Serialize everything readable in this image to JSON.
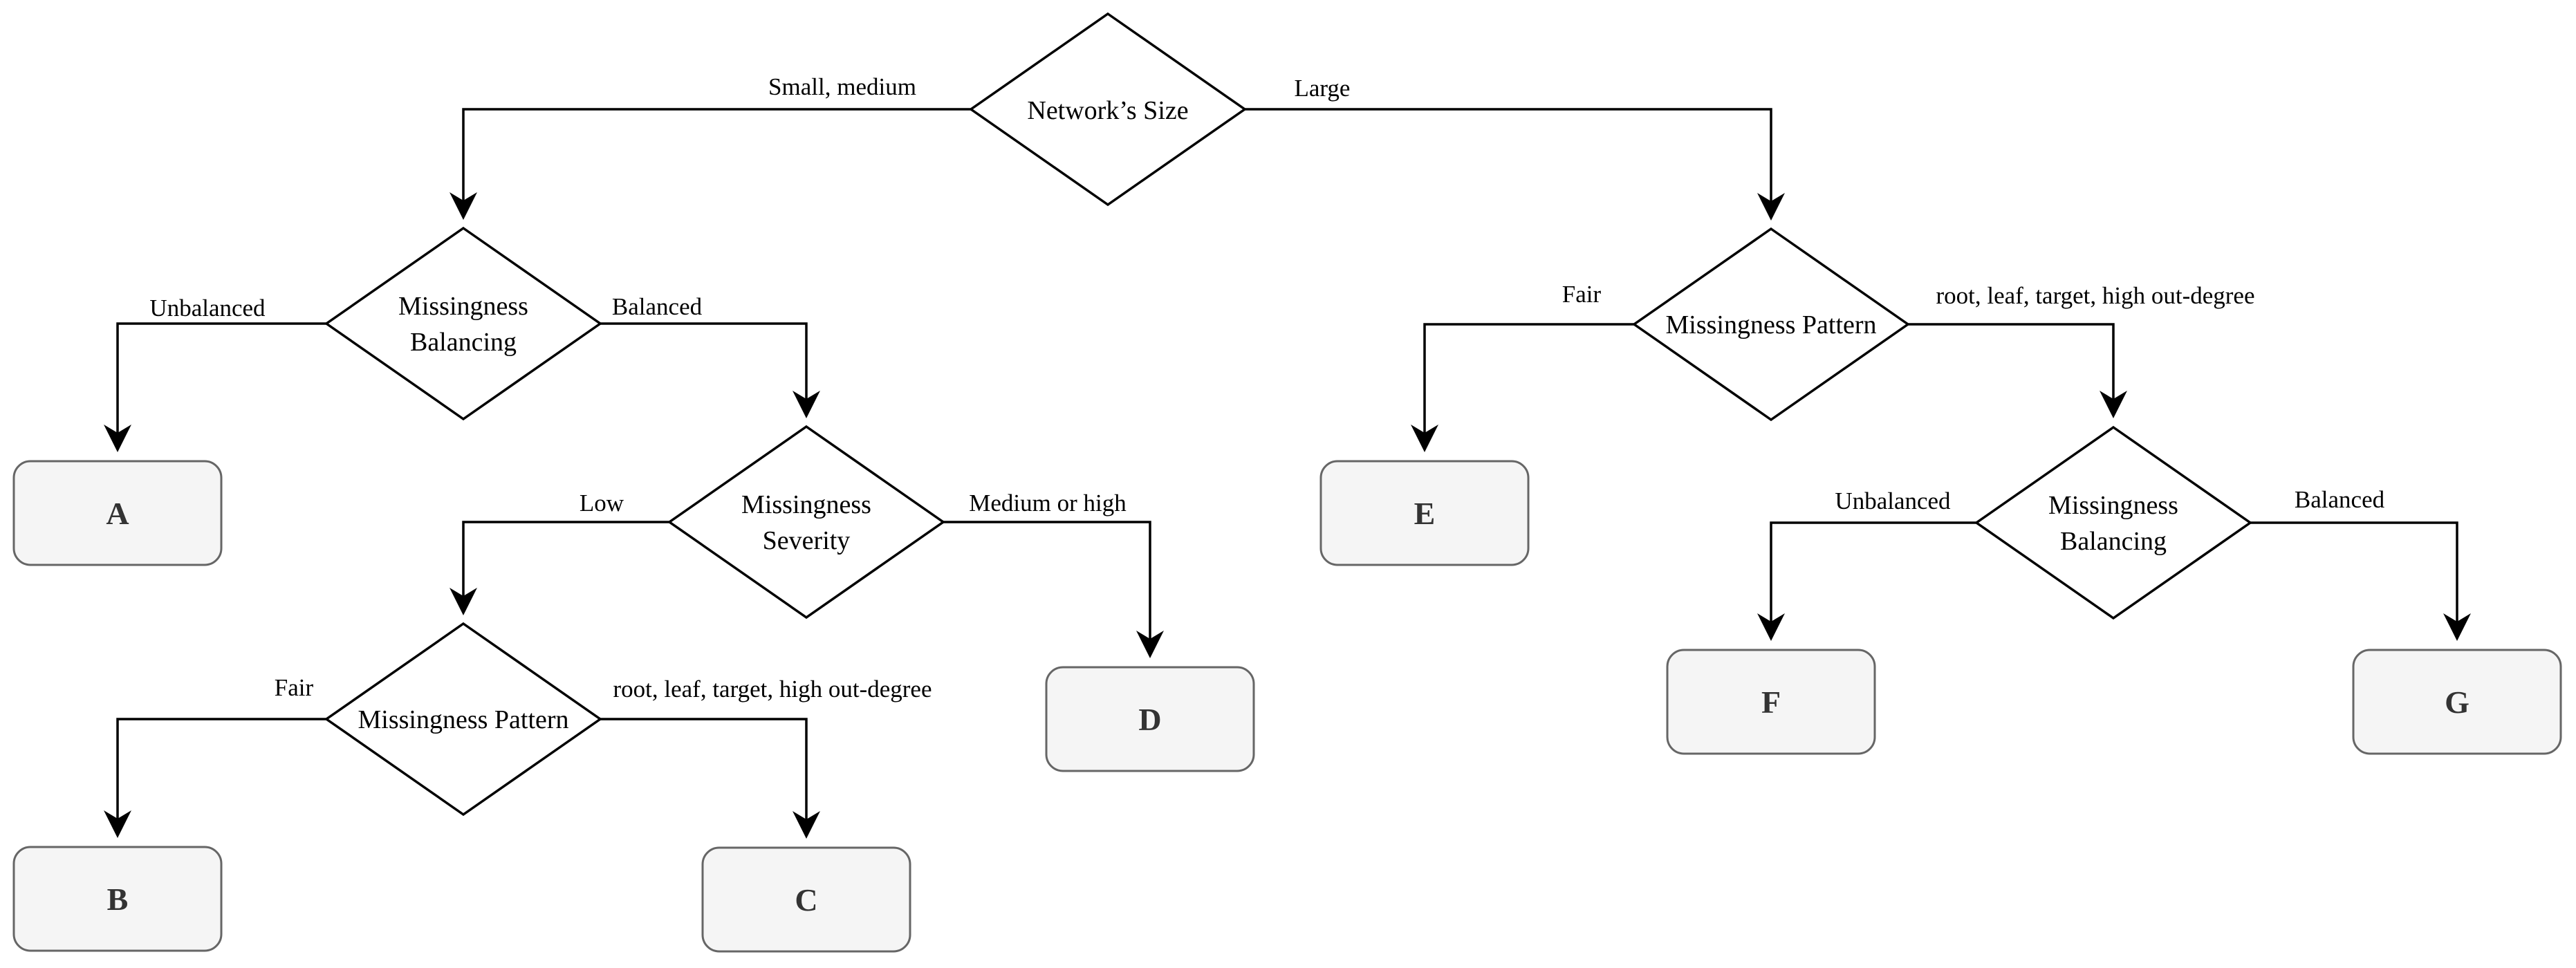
{
  "diagram": {
    "type": "decision-tree-flowchart",
    "nodes": {
      "root": {
        "label": "Network’s Size"
      },
      "left_balancing": {
        "label": "Missingness Balancing",
        "line1": "Missingness",
        "line2": "Balancing"
      },
      "severity": {
        "label": "Missingness Severity",
        "line1": "Missingness",
        "line2": "Severity"
      },
      "left_pattern": {
        "label": "Missingness Pattern"
      },
      "right_pattern": {
        "label": "Missingness Pattern"
      },
      "right_balancing": {
        "label": "Missingness Balancing",
        "line1": "Missingness",
        "line2": "Balancing"
      },
      "leaf_a": {
        "label": "A"
      },
      "leaf_b": {
        "label": "B"
      },
      "leaf_c": {
        "label": "C"
      },
      "leaf_d": {
        "label": "D"
      },
      "leaf_e": {
        "label": "E"
      },
      "leaf_f": {
        "label": "F"
      },
      "leaf_g": {
        "label": "G"
      }
    },
    "edge_labels": {
      "small_medium": "Small, medium",
      "large": "Large",
      "unbalanced_left": "Unbalanced",
      "balanced_left": "Balanced",
      "low": "Low",
      "medium_or_high": "Medium or high",
      "fair_left": "Fair",
      "pattern_values_left": "root, leaf, target, high out-degree",
      "fair_right": "Fair",
      "pattern_values_right": "root, leaf, target, high out-degree",
      "unbalanced_right": "Unbalanced",
      "balanced_right": "Balanced"
    },
    "colors": {
      "background": "#ffffff",
      "line": "#000000",
      "diamond_fill": "#ffffff",
      "diamond_stroke": "#000000",
      "leaf_fill": "#f5f5f5",
      "leaf_stroke": "#666666",
      "leaf_text": "#333333",
      "label_text": "#000000"
    }
  }
}
